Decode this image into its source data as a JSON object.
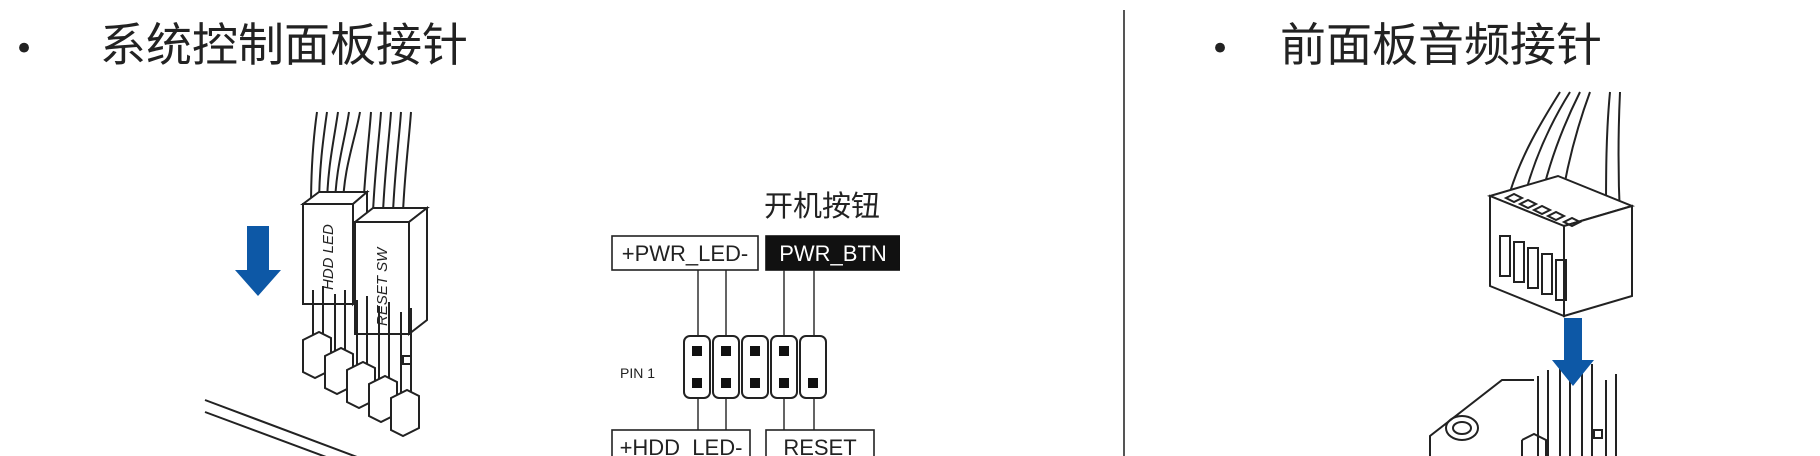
{
  "left_panel": {
    "bullet": "•",
    "title": "系统控制面板接针",
    "connector_labels": {
      "hdd": "HDD LED",
      "reset": "RESET SW"
    },
    "pinout": {
      "caption": "开机按钮",
      "top_left_label": "+PWR_LED-",
      "top_right_label": "PWR_BTN",
      "pin1_label": "PIN 1",
      "bottom_left_label": "+HDD_LED-",
      "bottom_right_label": "RESET"
    }
  },
  "right_panel": {
    "bullet": "•",
    "title": "前面板音频接针"
  },
  "colors": {
    "arrow": "#0d58a6",
    "ink": "#222222",
    "highlight_bg": "#111111",
    "highlight_text": "#ffffff"
  },
  "icons": {
    "insert_arrow": "arrow-down-icon"
  }
}
